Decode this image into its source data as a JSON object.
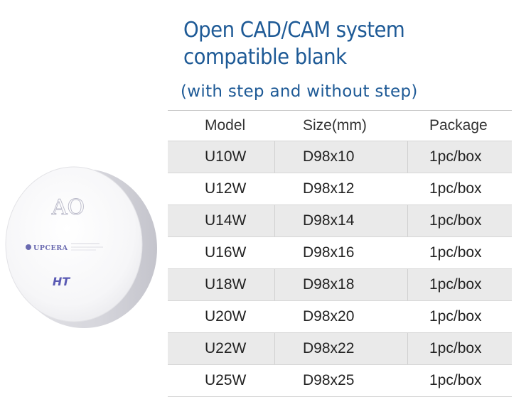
{
  "title": {
    "line1": "Open CAD/CAM system",
    "line2": "compatible blank"
  },
  "subtitle": "(with step and without step)",
  "product": {
    "brand": "UPCERA",
    "logo_mark": "AO",
    "grade": "HT"
  },
  "table": {
    "headers": [
      "Model",
      "Size(mm)",
      "Package"
    ],
    "rows": [
      [
        "U10W",
        "D98x10",
        "1pc/box"
      ],
      [
        "U12W",
        "D98x12",
        "1pc/box"
      ],
      [
        "U14W",
        "D98x14",
        "1pc/box"
      ],
      [
        "U16W",
        "D98x16",
        "1pc/box"
      ],
      [
        "U18W",
        "D98x18",
        "1pc/box"
      ],
      [
        "U20W",
        "D98x20",
        "1pc/box"
      ],
      [
        "U22W",
        "D98x22",
        "1pc/box"
      ],
      [
        "U25W",
        "D98x25",
        "1pc/box"
      ]
    ]
  },
  "colors": {
    "title": "#1e5a96",
    "row_shade": "#eaeaea",
    "grade_text": "#5a5ab4"
  }
}
